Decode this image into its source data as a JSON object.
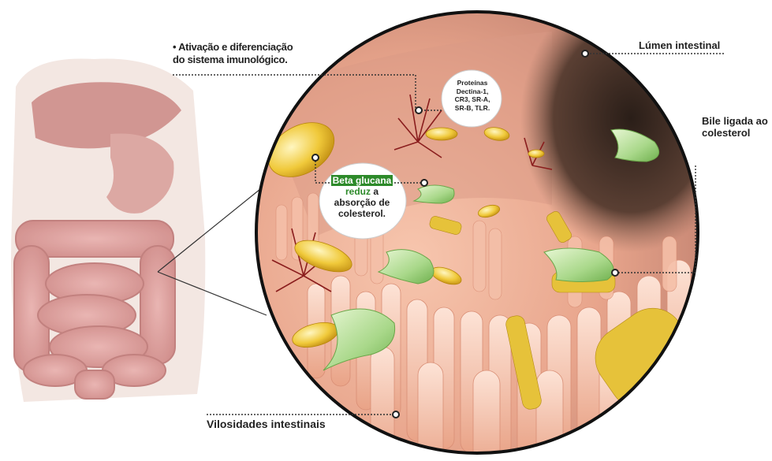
{
  "labels": {
    "immune_line1": "• Ativação e diferenciação",
    "immune_line2": "do sistema imunológico.",
    "lumen": "Lúmen intestinal",
    "bile_line1": "Bile ligada ao",
    "bile_line2": "colesterol",
    "villi": "Vilosidades intestinais"
  },
  "protein_bubble": {
    "line1": "Proteínas",
    "line2": "Dectina-1,",
    "line3": "CR3, SR-A,",
    "line4": "SR-B, TLR."
  },
  "beta_bubble": {
    "highlight": "Beta glucana",
    "green": "reduz",
    "after_green": " a",
    "line3": "absorção de",
    "line4": "colesterol."
  },
  "colors": {
    "tissue": "#f2b49b",
    "lumen_dark": "#3a2a22",
    "beta_glucan": "#a9d88a",
    "cholesterol": "#e6c23a",
    "highlight_green": "#2d8a2a"
  }
}
